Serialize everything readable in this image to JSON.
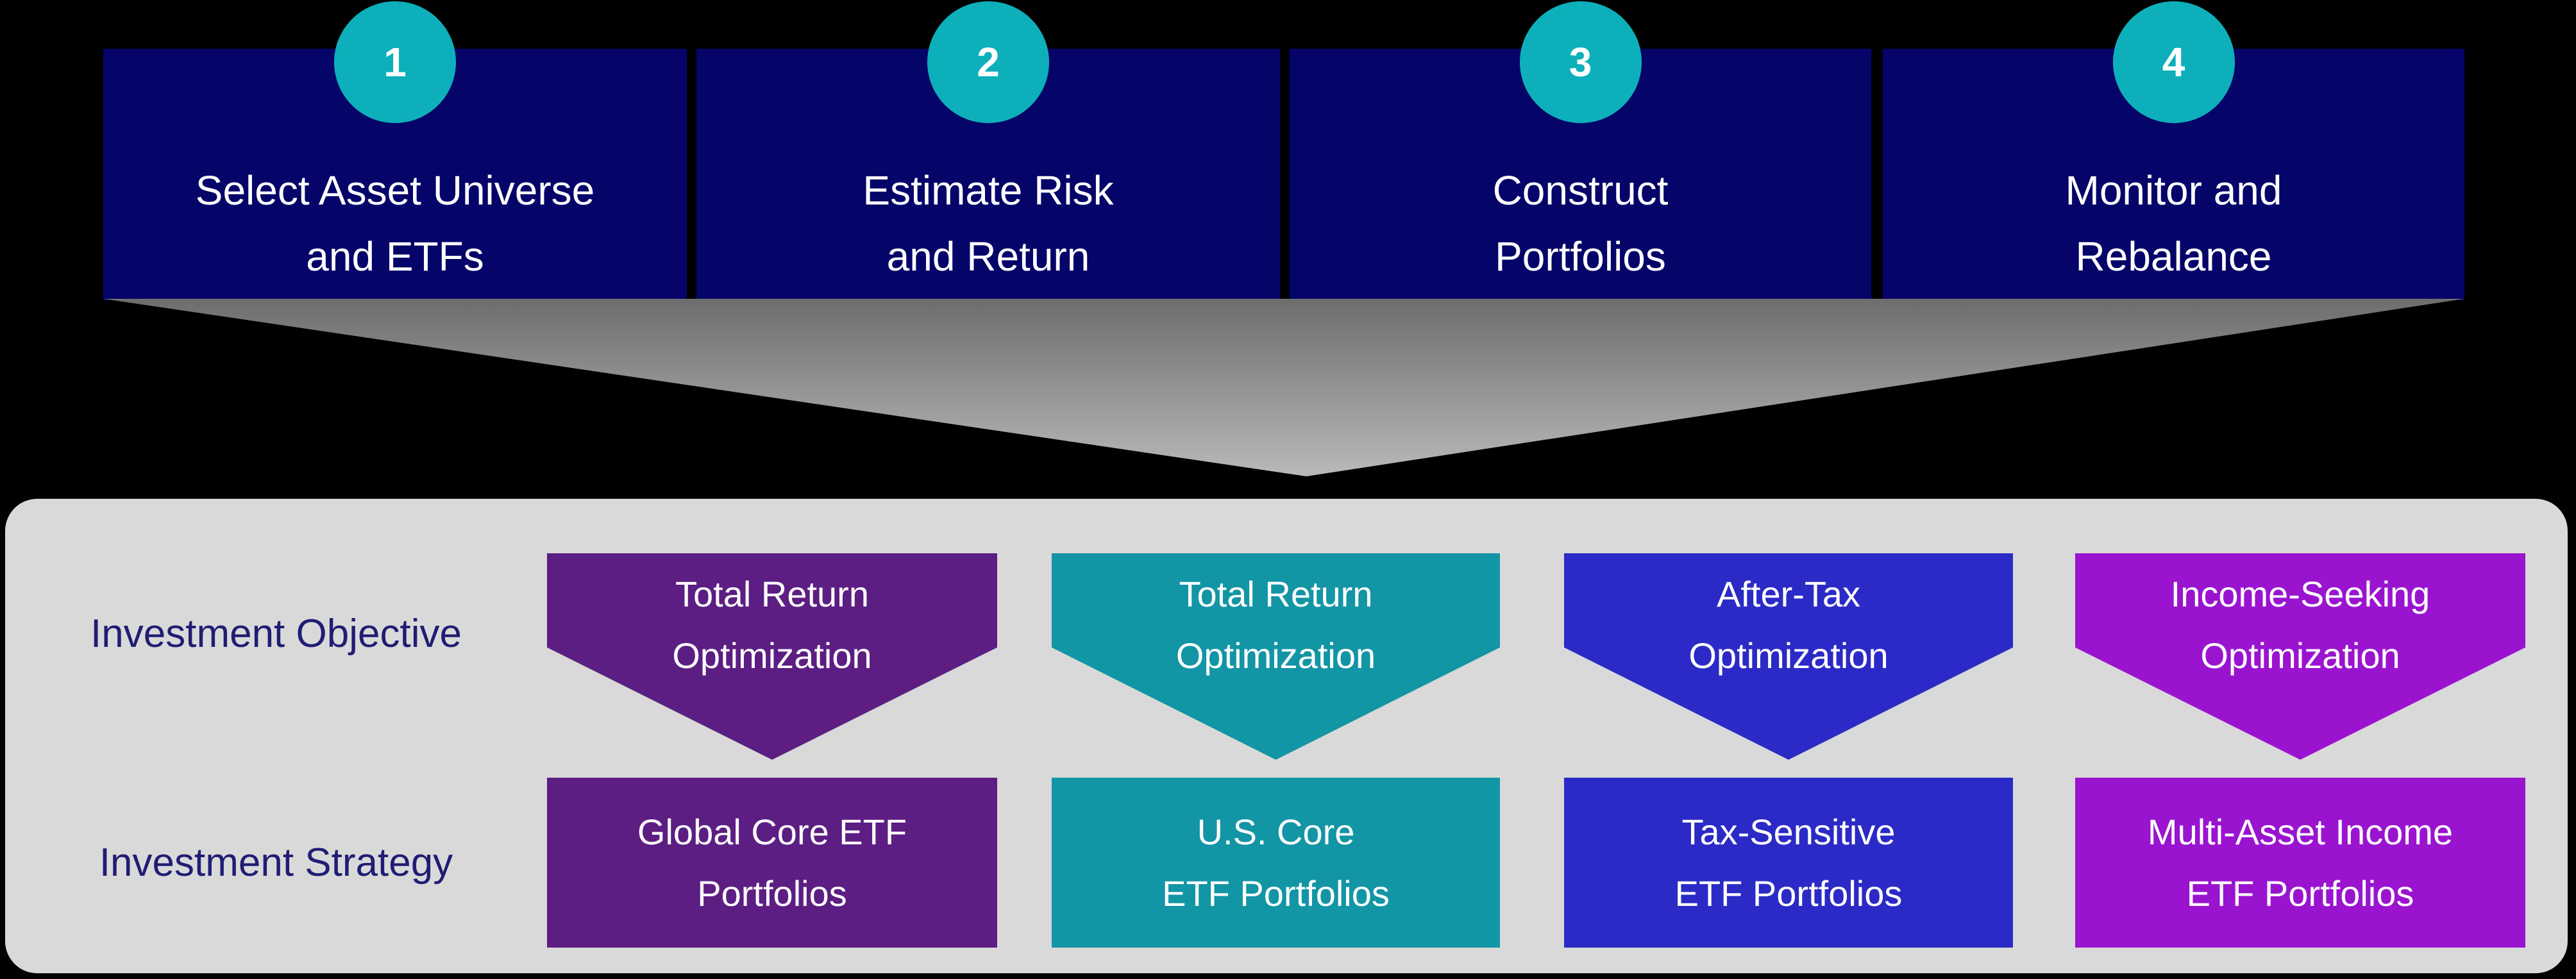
{
  "colors": {
    "background": "#000000",
    "step-box": "#050469",
    "step-circle": "#0db0ba",
    "step-text": "#ffffff",
    "funnel-top": "#6d6d6d",
    "funnel-bottom": "#b9b9b9",
    "panel-bg": "#d9d9d9",
    "label-text": "#1f1d73",
    "purple": "#5c1e82",
    "teal": "#1295a5",
    "blue": "#2b2ac7",
    "violet": "#9a14d0",
    "shape-text": "#ffffff"
  },
  "steps": [
    {
      "number": "1",
      "lines": [
        "Select Asset Universe",
        "and ETFs"
      ]
    },
    {
      "number": "2",
      "lines": [
        "Estimate Risk",
        "and Return"
      ]
    },
    {
      "number": "3",
      "lines": [
        "Construct",
        "Portfolios"
      ]
    },
    {
      "number": "4",
      "lines": [
        "Monitor and",
        "Rebalance"
      ]
    }
  ],
  "panel": {
    "objective_row": {
      "label": "Investment Objective",
      "items": [
        {
          "lines": [
            "Total Return",
            "Optimization"
          ],
          "color": "purple"
        },
        {
          "lines": [
            "Total Return",
            "Optimization"
          ],
          "color": "teal"
        },
        {
          "lines": [
            "After-Tax",
            "Optimization"
          ],
          "color": "blue"
        },
        {
          "lines": [
            "Income-Seeking",
            "Optimization"
          ],
          "color": "violet"
        }
      ]
    },
    "strategy_row": {
      "label": "Investment Strategy",
      "items": [
        {
          "lines": [
            "Global Core ETF",
            "Portfolios"
          ],
          "color": "purple"
        },
        {
          "lines": [
            "U.S. Core",
            "ETF Portfolios"
          ],
          "color": "teal"
        },
        {
          "lines": [
            "Tax-Sensitive",
            "ETF Portfolios"
          ],
          "color": "blue"
        },
        {
          "lines": [
            "Multi-Asset Income",
            "ETF Portfolios"
          ],
          "color": "violet"
        }
      ]
    }
  }
}
